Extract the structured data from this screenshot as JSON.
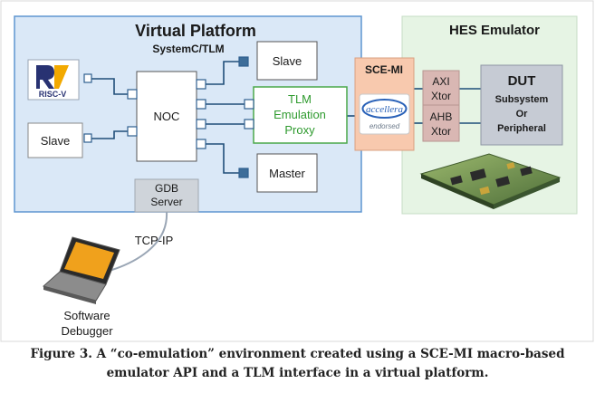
{
  "virtual_platform": {
    "title": "Virtual Platform",
    "subtitle": "SystemC/TLM",
    "riscv_logo_text": "RISC-V",
    "slave_left": "Slave",
    "noc": "NOC",
    "slave_top": "Slave",
    "tlm_proxy": [
      "TLM",
      "Emulation",
      "Proxy"
    ],
    "master": "Master",
    "gdb_server": [
      "GDB",
      "Server"
    ]
  },
  "sce_mi": {
    "label": "SCE-MI",
    "accellera_logo": "accellera",
    "accellera_sub": "endorsed"
  },
  "hes_emulator": {
    "title": "HES Emulator",
    "axi_xtor": [
      "AXI",
      "Xtor"
    ],
    "ahb_xtor": [
      "AHB",
      "Xtor"
    ],
    "dut": [
      "DUT",
      "Subsystem",
      "Or",
      "Peripheral"
    ]
  },
  "tcp_ip": "TCP-IP",
  "software_debugger": [
    "Software",
    "Debugger"
  ],
  "caption": {
    "line1": "Figure 3. A “co-emulation” environment created using a SCE-MI macro-based",
    "line2": "emulator API and a TLM interface in a virtual platform."
  },
  "colors": {
    "vp_fill": "#dae8f7",
    "hes_fill": "#e6f4e4",
    "sce_fill": "#f8c9ae",
    "xtor_fill": "#d9b7b3",
    "dut_fill": "#c6cbd4",
    "tlm_text": "#2e9a2e",
    "port_fill": "#3d6d99",
    "accellera_blue": "#2a62b8"
  }
}
